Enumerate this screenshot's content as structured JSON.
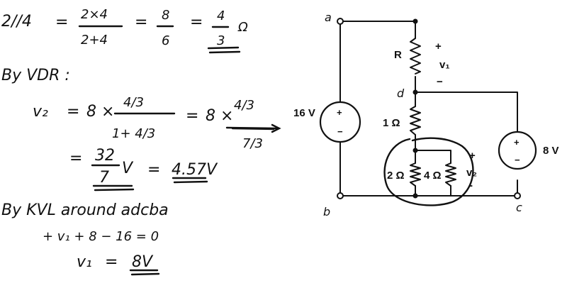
{
  "notes": {
    "parallel_lhs": "2//4",
    "parallel_eq1": "=",
    "parallel_num": "2×4",
    "parallel_den": "2+4",
    "parallel_eq2": "=",
    "parallel_8": "8",
    "parallel_6": "6",
    "parallel_eq3": "=",
    "parallel_4": "4",
    "parallel_3": "3",
    "parallel_unit": "Ω",
    "vdr_heading": "By VDR :",
    "v2_lhs": "v₂",
    "eq_a": "=",
    "term_8x_a": "8 ×",
    "frac_43_a": "4/3",
    "den_1p43": "1+ 4/3",
    "eq_b": "=",
    "term_8x_b": "8 ×",
    "frac_43_b": "4/3",
    "den_73": "7/3",
    "eq_c": "=",
    "num_32": "32",
    "den_7": "7",
    "unit_v_a": "V",
    "eq_d": "=",
    "result_v2": "4.57V",
    "kvl_heading": "By KVL around adcba",
    "kvl_eq": "+ v₁ + 8 − 16 = 0",
    "v1_lhs": "v₁",
    "eq_e": "=",
    "result_v1": "8V"
  },
  "circuit": {
    "node_a": "a",
    "node_b": "b",
    "node_c": "c",
    "node_d": "d",
    "source_left": "16 V",
    "source_right": "8 V",
    "res_r": "R",
    "res_1": "1 Ω",
    "res_2": "2 Ω",
    "res_4": "4 Ω",
    "v1_plus": "+",
    "v1_label": "v₁",
    "v1_minus": "−",
    "v2_plus": "+",
    "v2_label": "v₂",
    "v2_minus": "-",
    "src_plus": "+",
    "src_minus": "−"
  }
}
